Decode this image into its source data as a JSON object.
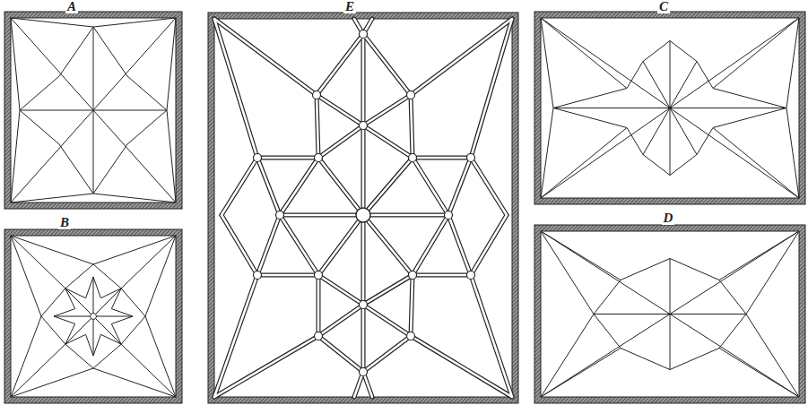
{
  "diagram": {
    "labels": [
      "A",
      "E",
      "C",
      "B",
      "D"
    ]
  }
}
